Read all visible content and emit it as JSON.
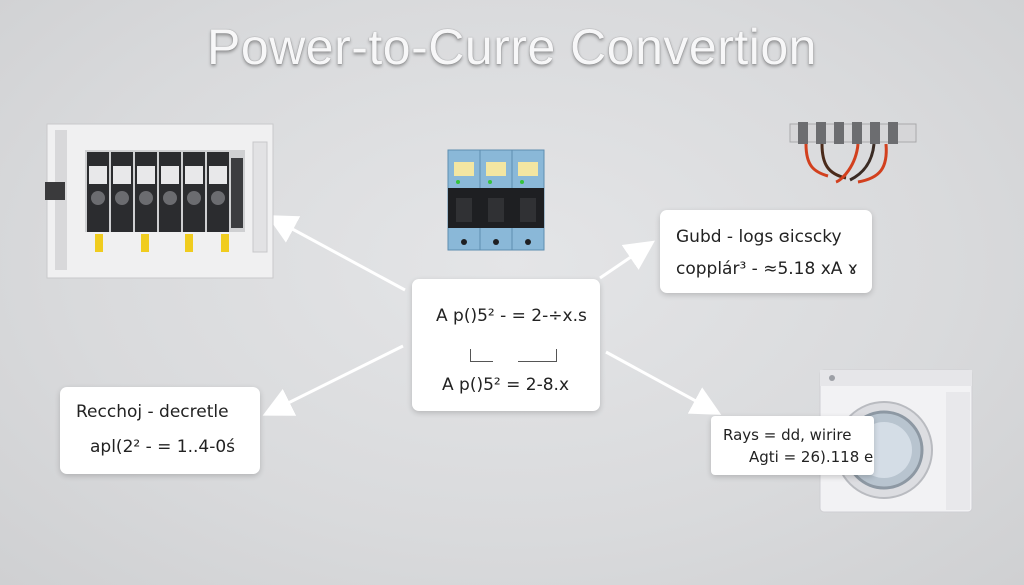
{
  "title": "Power-to-Curre Convertion",
  "center_box": {
    "line1": "A p()5² - = 2-÷x.s",
    "line2": "A p()5² = 2-8.x"
  },
  "top_right_box": {
    "line1": "Gubd - logs ɞicscky",
    "line2": "copplár³ - ≈5.18 xA ɤ"
  },
  "bottom_left_box": {
    "line1": "Recchoj - decretle",
    "line2": "apl(2² - = 1..4-0ś"
  },
  "bottom_right_box": {
    "line1": "Rays = dd, wirire",
    "line2": "Agti = 26).118 e"
  },
  "colors": {
    "background": "#dadbdd",
    "arrow": "#ffffff",
    "breaker_blue": "#8ab8d8",
    "breaker_black": "#1e1f22",
    "wire_red": "#d2401e",
    "wire_dark": "#4a2a1a",
    "terminal_yellow": "#f0cc1e"
  },
  "icons": [
    "breaker-panel-icon",
    "circuit-breaker-icon",
    "terminal-block-icon",
    "washing-machine-icon"
  ]
}
